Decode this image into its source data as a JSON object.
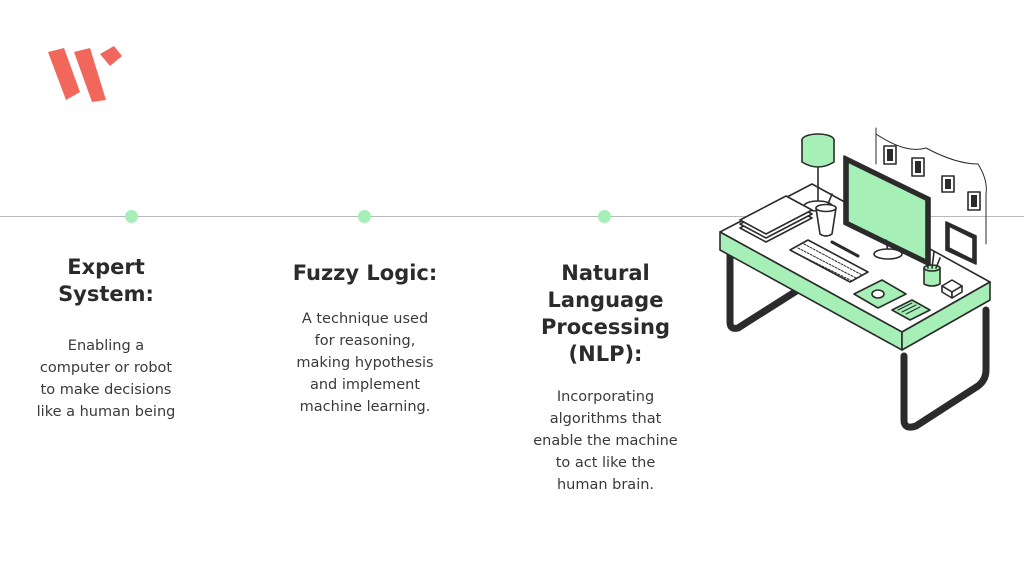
{
  "sections": [
    {
      "title": "Expert System:",
      "body": "Enabling a computer or robot to make decisions like a human being"
    },
    {
      "title": "Fuzzy Logic:",
      "body": "A technique used for reasoning, making hypothesis and implement machine learning."
    },
    {
      "title": "Natural Language Processing (NLP):",
      "body": "Incorporating algorithms that enable the machine to act like the human brain."
    }
  ],
  "colors": {
    "accent_green": "#a6f0b8",
    "logo_red": "#f2675c",
    "outline": "#2b2b2b"
  },
  "icons": {
    "logo": "brand-logo-icon",
    "illustration": "desk-workstation-illustration"
  }
}
